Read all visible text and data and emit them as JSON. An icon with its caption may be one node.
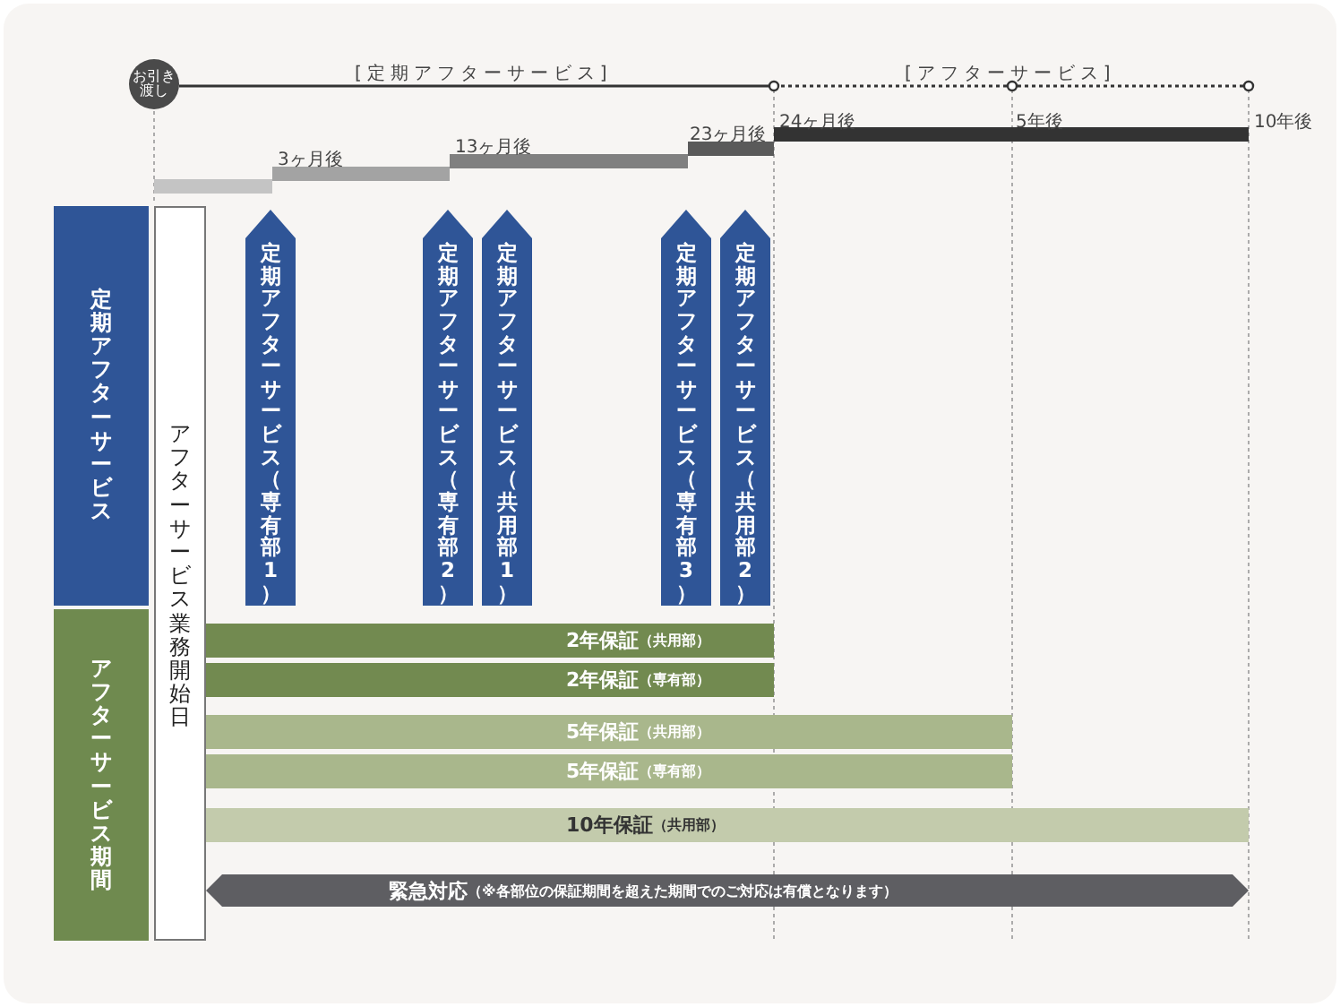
{
  "diagram": {
    "nodes": [
      {
        "text": [
          "お引き渡し"
        ]
      },
      {
        "text": [
          "定期アフターサービス"
        ]
      },
      {
        "text": [
          "アフターサービス期間"
        ]
      },
      {
        "text": [
          "アフターサービス業務開始日"
        ]
      },
      {
        "text": [
          "定期アフターサービス（専有部1）"
        ]
      },
      {
        "text": [
          "定期アフターサービス（専有部2）"
        ]
      },
      {
        "text": [
          "定期アフターサービス（共用部1）"
        ]
      },
      {
        "text": [
          "定期アフターサービス（専有部3）"
        ]
      },
      {
        "text": [
          "定期アフターサービス（共用部2）"
        ]
      },
      {
        "text": [
          "2年保証",
          "（共用部）"
        ]
      },
      {
        "text": [
          "2年保証",
          "（専有部）"
        ]
      },
      {
        "text": [
          "5年保証",
          "（共用部）"
        ]
      },
      {
        "text": [
          "5年保証",
          "（専有部）"
        ]
      },
      {
        "text": [
          "10年保証",
          "（共用部）"
        ]
      },
      {
        "text": [
          "緊急対応",
          "（※各部位の保証期間を超えた期間でのご対応は有償となります）"
        ]
      }
    ],
    "labels": [
      "[定期アフターサービス]",
      "[アフターサービス]",
      "3ヶ月後",
      "13ヶ月後",
      "23ヶ月後",
      "24ヶ月後",
      "5年後",
      "10年後"
    ]
  }
}
